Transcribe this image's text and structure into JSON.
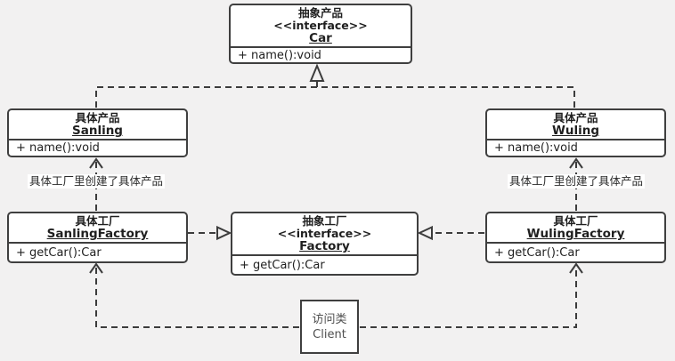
{
  "diagram": {
    "kind": "uml-class-diagram",
    "pattern": "abstract-factory"
  },
  "colors": {
    "canvas_background": "#f2f1f1",
    "box_background": "#ffffff",
    "box_border": "#3f3f3f",
    "text": "#1f1f1f",
    "client_text": "#4f4f4f",
    "note_background": "#ffffff"
  },
  "boxes": {
    "car": {
      "stereotype": "抽象产品",
      "interface_label": "<<interface>>",
      "name": "Car",
      "method": "+ name():void"
    },
    "sanling": {
      "stereotype": "具体产品",
      "name": "Sanling",
      "method": "+ name():void"
    },
    "wuling": {
      "stereotype": "具体产品",
      "name": "Wuling",
      "method": "+ name():void"
    },
    "sanling_factory": {
      "stereotype": "具体工厂",
      "name": "SanlingFactory",
      "method": "+ getCar():Car"
    },
    "factory": {
      "stereotype": "抽象工厂",
      "interface_label": "<<interface>>",
      "name": "Factory",
      "method": "+ getCar():Car"
    },
    "wuling_factory": {
      "stereotype": "具体工厂",
      "name": "WulingFactory",
      "method": "+ getCar():Car"
    },
    "client": {
      "stereotype": "访问类",
      "name": "Client"
    }
  },
  "annotations": {
    "left": "具体工厂里创建了具体产品",
    "right": "具体工厂里创建了具体产品"
  },
  "relations": [
    {
      "from": "Sanling",
      "to": "Car",
      "type": "realization"
    },
    {
      "from": "Wuling",
      "to": "Car",
      "type": "realization"
    },
    {
      "from": "SanlingFactory",
      "to": "Factory",
      "type": "realization"
    },
    {
      "from": "WulingFactory",
      "to": "Factory",
      "type": "realization"
    },
    {
      "from": "SanlingFactory",
      "to": "Sanling",
      "type": "dependency"
    },
    {
      "from": "WulingFactory",
      "to": "Wuling",
      "type": "dependency"
    },
    {
      "from": "Client",
      "to": "SanlingFactory",
      "type": "dependency"
    },
    {
      "from": "Client",
      "to": "WulingFactory",
      "type": "dependency"
    }
  ]
}
